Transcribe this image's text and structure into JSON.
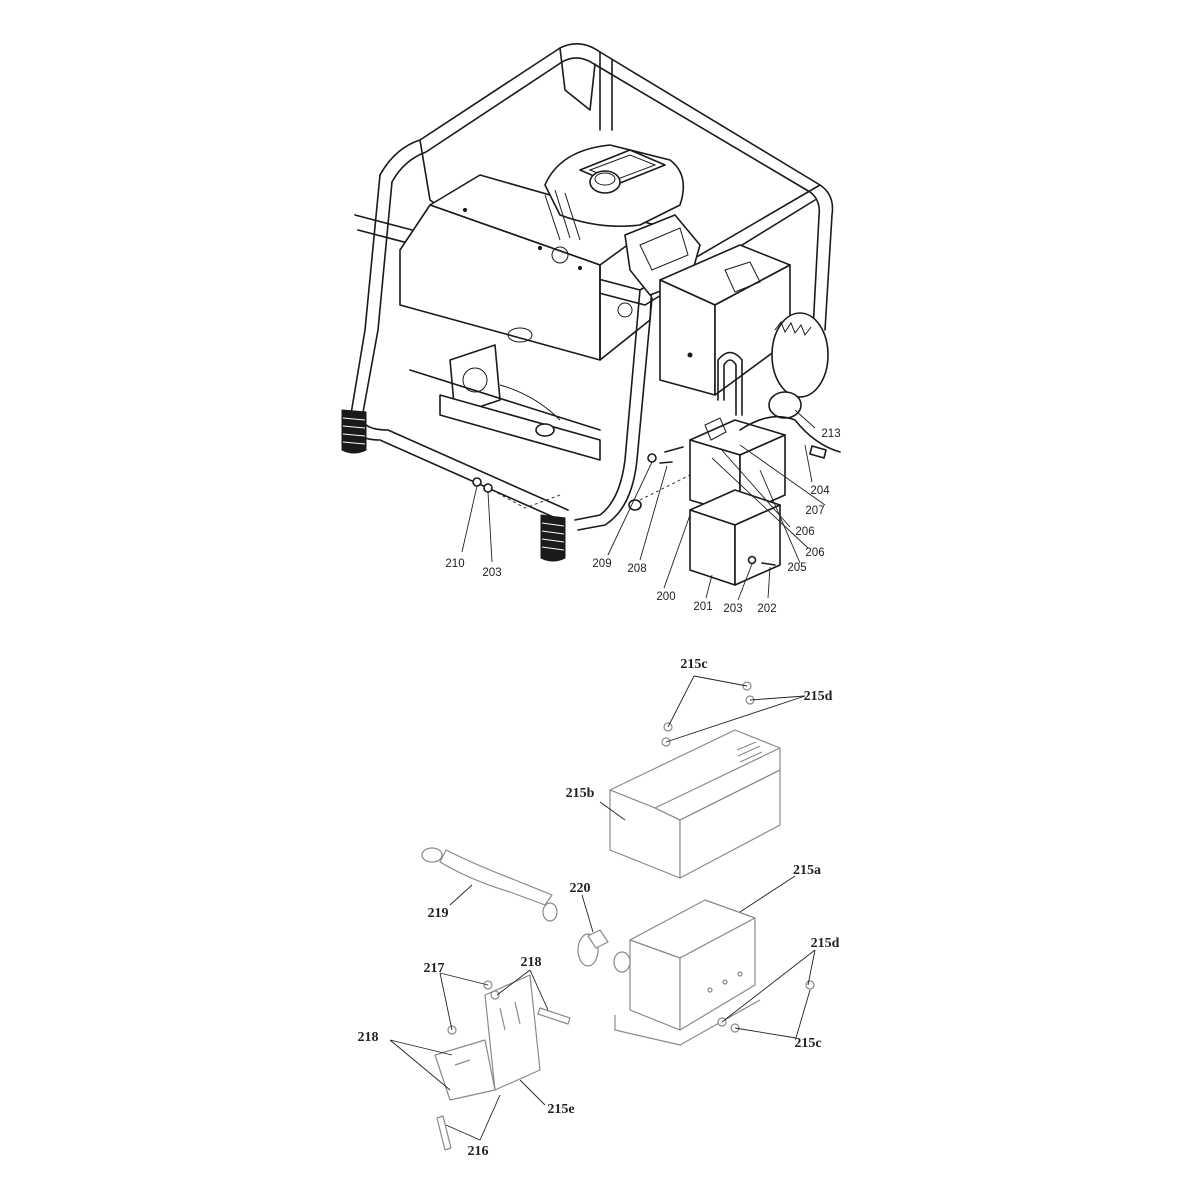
{
  "upper_callouts": [
    "213",
    "204",
    "207",
    "206",
    "206",
    "205",
    "210",
    "203",
    "209",
    "208",
    "200",
    "201",
    "203",
    "202"
  ],
  "lower_callouts": [
    "215c",
    "215d",
    "215b",
    "219",
    "220",
    "215a",
    "215d",
    "217",
    "218",
    "218",
    "215c",
    "215e",
    "216"
  ]
}
